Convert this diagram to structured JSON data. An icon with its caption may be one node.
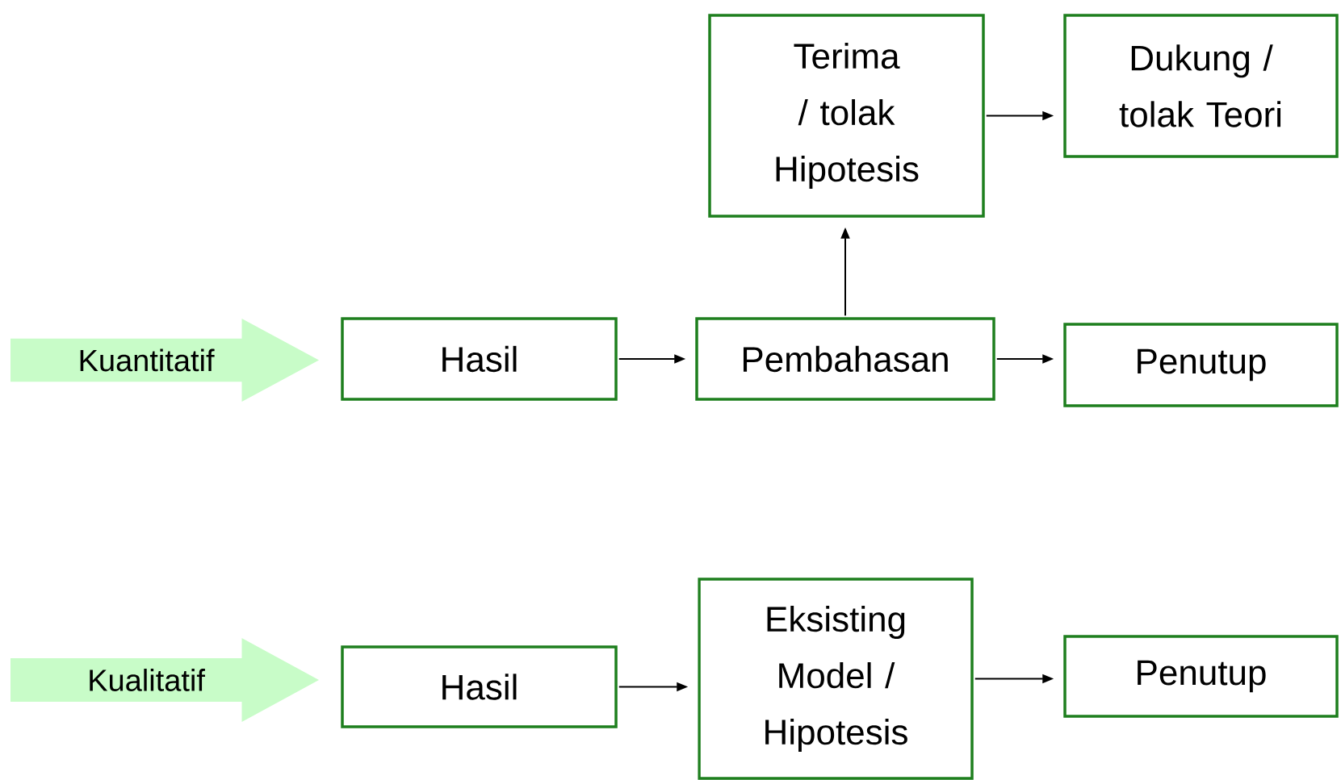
{
  "diagram": {
    "nodes": [
      {
        "text": [
          "Kuantitatif"
        ]
      },
      {
        "text": [
          "Hasil"
        ]
      },
      {
        "text": [
          "Pembahasan"
        ]
      },
      {
        "text": [
          "Terima / tolak Hipotesis"
        ]
      },
      {
        "text": [
          "Dukung / tolak Teori"
        ]
      },
      {
        "text": [
          "Penutup"
        ]
      },
      {
        "text": [
          "Kualitatif"
        ]
      },
      {
        "text": [
          "Hasil"
        ]
      },
      {
        "text": [
          "Eksisting Model / Hipotesis"
        ]
      },
      {
        "text": [
          "Penutup"
        ]
      }
    ],
    "edges": [
      {
        "from": 1,
        "to": 2,
        "arrow": "to"
      },
      {
        "from": 2,
        "to": 3,
        "arrow": "to"
      },
      {
        "from": 3,
        "to": 4,
        "arrow": "to"
      },
      {
        "from": 2,
        "to": 5,
        "arrow": "to"
      },
      {
        "from": 7,
        "to": 8,
        "arrow": "to"
      },
      {
        "from": 8,
        "to": 9,
        "arrow": "to"
      }
    ]
  }
}
